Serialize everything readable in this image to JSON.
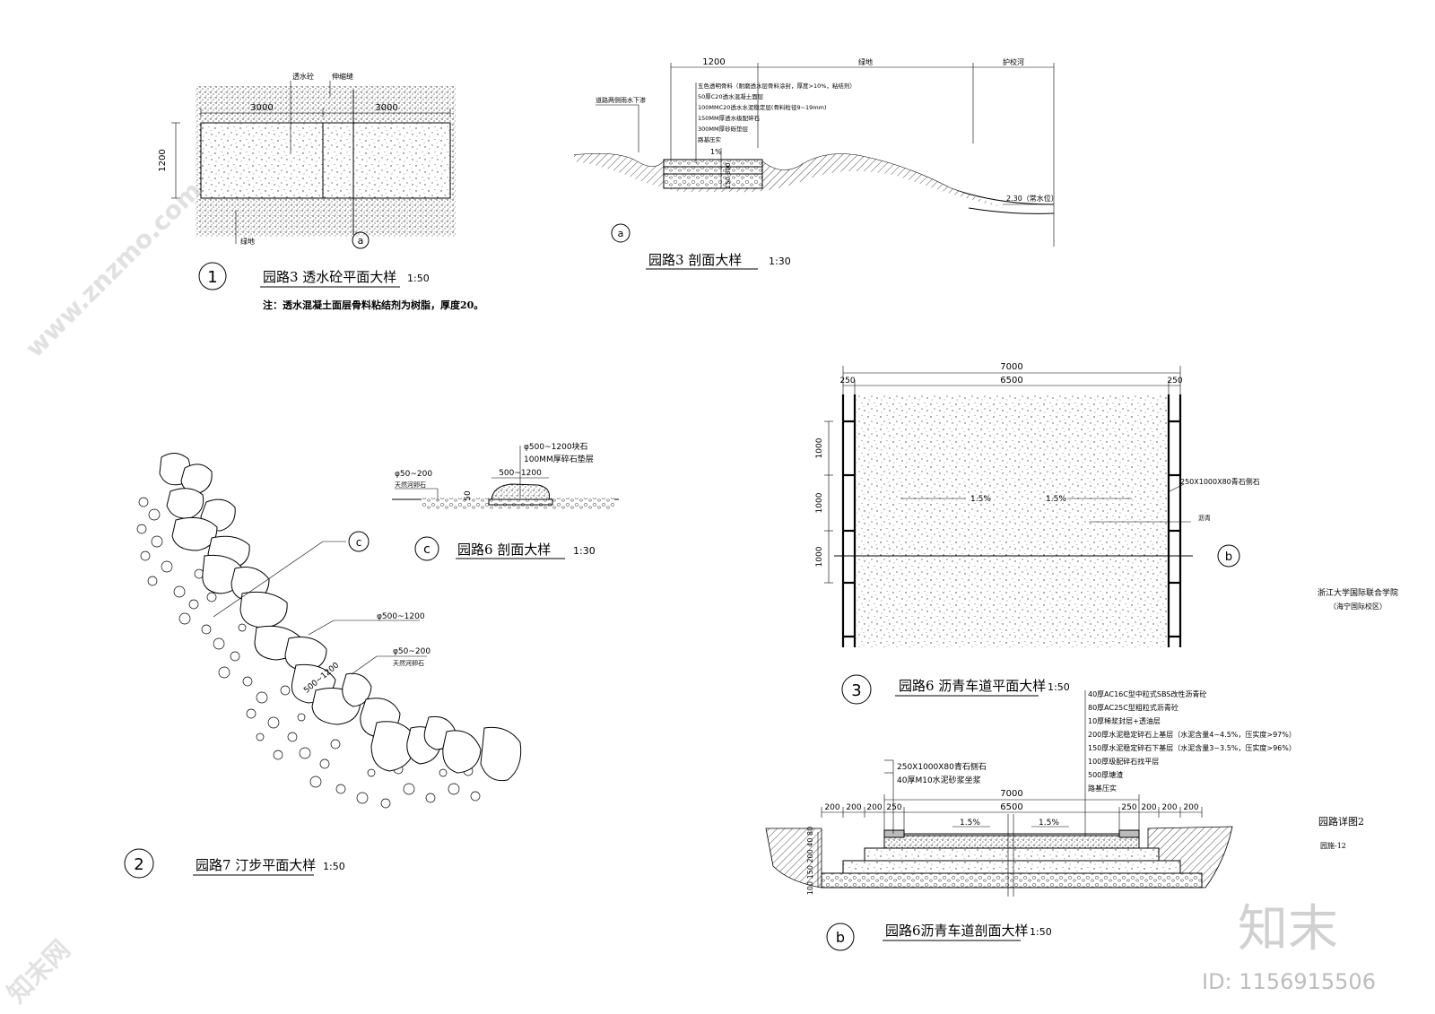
{
  "d1": {
    "title": "园路3   透水砼平面大样",
    "scale": "1:50",
    "note": "注：透水混凝土面层骨料粘结剂为树脂，厚度20。",
    "lbl_material": "透水砼",
    "lbl_joint": "伸缩缝",
    "lbl_green": "绿地",
    "dim_left": "3000",
    "dim_right": "3000",
    "dim_height": "1200",
    "marker": "a",
    "badge": "1"
  },
  "da": {
    "title": "园路3    剖面大样",
    "scale": "1:30",
    "dim_top": "1200",
    "lbl_green": "绿地",
    "lbl_river": "护校河",
    "lbl_drain": "道路两侧雨水下渗",
    "slope": "1%",
    "layers": [
      "五色透明骨料（耐磨透水层骨料涂封，厚度>10%，粘结剂）",
      "50厚C20透水混凝土面层",
      "100MMC20透水水泥稳定层(骨料粒径9~19mm)",
      "150MM厚透水级配碎石",
      "300MM厚砂砾垫层",
      "路基压实"
    ],
    "water_level": "2.30（常水位）",
    "dim_depth": "150 300",
    "marker": "a"
  },
  "dc": {
    "title": "园路6    剖面大样",
    "scale": "1:30",
    "lbl_stone": "φ500~1200块石",
    "lbl_gravel": "100MM厚碎石垫层",
    "dim_width": "500~1200",
    "lbl_pebble_size": "φ50~200",
    "lbl_pebble": "天然河卵石",
    "dim_h": "50",
    "marker": "c"
  },
  "d2": {
    "title": "园路7   汀步平面大样",
    "scale": "1:50",
    "lbl_stone": "φ500~1200",
    "lbl_pebble_size": "φ50~200",
    "lbl_pebble": "天然河卵石",
    "dim_stone": "500~1200",
    "marker": "c",
    "badge": "2"
  },
  "d3": {
    "title": "园路6  沥青车道平面大样",
    "scale": "1:50",
    "dim_total": "7000",
    "dim_left": "250",
    "dim_mid": "6500",
    "dim_right": "250",
    "dim_row1": "1000",
    "dim_row2": "1000",
    "dim_row3": "1000",
    "slope_l": "1.5%",
    "slope_r": "1.5%",
    "lbl_curb": "250X1000X80青石侧石",
    "lbl_asphalt": "沥青",
    "marker": "b",
    "badge": "3"
  },
  "db": {
    "title": "园路6沥青车道剖面大样",
    "scale": "1:50",
    "layers": [
      "40厚AC16C型中粒式SBS改性沥青砼",
      "80厚AC25C型粗粒式沥青砼",
      "10厚稀浆封层+透油层",
      "200厚水泥稳定碎石上基层（水泥含量4~4.5%，压实度>97%）",
      "150厚水泥稳定碎石下基层（水泥含量3~3.5%，压实度>96%）",
      "100厚级配碎石找平层",
      "500厚塘渣",
      "路基压实"
    ],
    "lbl_curb": "250X1000X80青石侧石",
    "lbl_mortar": "40厚M10水泥砂浆坐浆",
    "dim_total": "7000",
    "dims_left": [
      "200",
      "200",
      "200",
      "250"
    ],
    "dim_mid": "6500",
    "dims_right": [
      "250",
      "200",
      "200",
      "200"
    ],
    "slope_l": "1.5%",
    "slope_r": "1.5%",
    "dim_depths": "100 150 200 40 80",
    "marker": "b"
  },
  "titleblock": {
    "institution": "浙江大学国际联合学院",
    "campus": "（海宁国际校区）",
    "sheet_title": "园路详图2",
    "sheet_no": "园施-12"
  },
  "watermark": {
    "site": "www.znzmo.com",
    "site_cn": "知末网",
    "logo": "知末",
    "id": "ID: 1156915506"
  }
}
